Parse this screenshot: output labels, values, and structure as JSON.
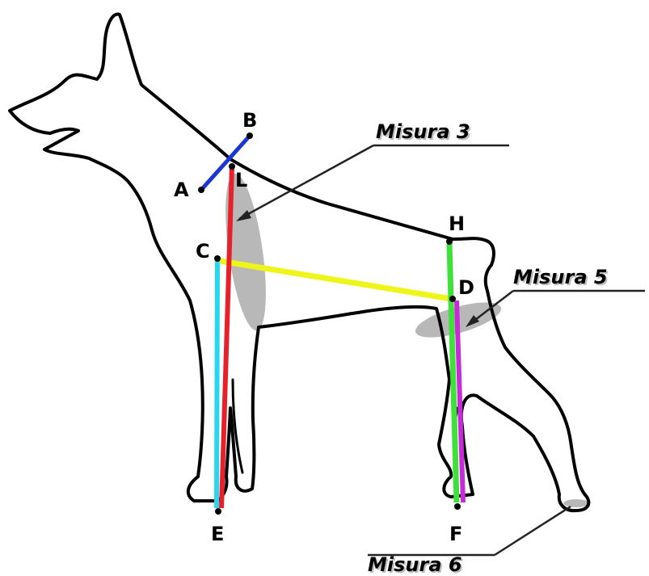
{
  "points": {
    "A": "A",
    "B": "B",
    "L": "L",
    "C": "C",
    "H": "H",
    "D": "D",
    "E": "E",
    "F": "F"
  },
  "callouts": {
    "misura3": "Misura 3",
    "misura5": "Misura 5",
    "misura6": "Misura 6"
  },
  "colors": {
    "outline": "#000000",
    "ab": "#1a37d6",
    "le": "#e8202a",
    "ce": "#27d6f0",
    "cd": "#eef51a",
    "hf": "#3fe03a",
    "df": "#c72bd8",
    "ellipse": "#b8b8b8"
  }
}
